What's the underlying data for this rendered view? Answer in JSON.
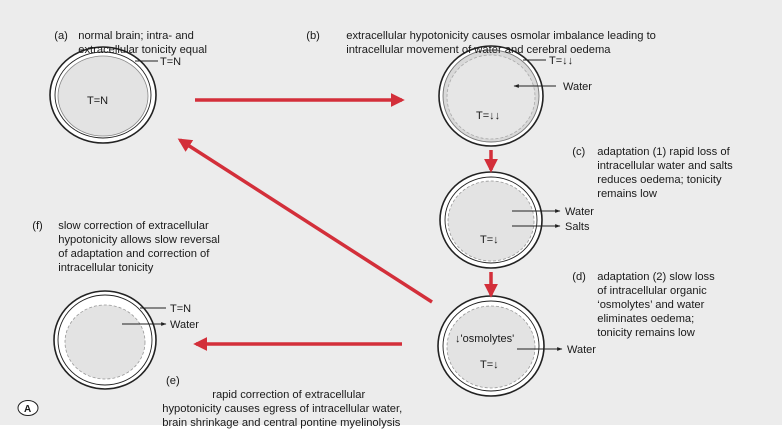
{
  "panels": {
    "a": {
      "tag": "(a)",
      "text": "normal brain; intra- and\nextracellular tonicity equal"
    },
    "b": {
      "tag": "(b)",
      "text": "extracellular hypotonicity causes osmolar imbalance leading to\nintracellular movement of water and cerebral oedema"
    },
    "c": {
      "tag": "(c)",
      "text": "adaptation (1) rapid loss of\nintracellular water and salts\nreduces oedema; tonicity\nremains low"
    },
    "d": {
      "tag": "(d)",
      "text": "adaptation (2) slow loss\nof intracellular organic\n‘osmolytes’ and water\neliminates oedema;\ntonicity remains low"
    },
    "e": {
      "tag": "(e)",
      "text": "rapid correction of extracellular\nhypotonicity causes egress of intracellular water,\nbrain shrinkage and central pontine myelinolysis"
    },
    "f": {
      "tag": "(f)",
      "text": "slow correction of extracellular\nhypotonicity allows slow reversal\nof adaptation and correction of\nintracellular tonicity"
    }
  },
  "brain_labels": {
    "a_inner": "T=N",
    "a_outer": "T=N",
    "b_outer": "T=↓↓",
    "b_water": "Water",
    "b_inner": "T=↓↓",
    "c_water": "Water",
    "c_salts": "Salts",
    "c_inner": "T=↓",
    "d_osmolytes": "↓'osmolytes'",
    "d_water": "Water",
    "d_inner": "T=↓",
    "e_outer": "T=N",
    "e_water": "Water"
  },
  "figure_letter": "A",
  "colors": {
    "frame": "#ececec",
    "red_arrow": "#d32f3a",
    "brain_fill": "#e3e3e3",
    "outline": "#222222"
  }
}
